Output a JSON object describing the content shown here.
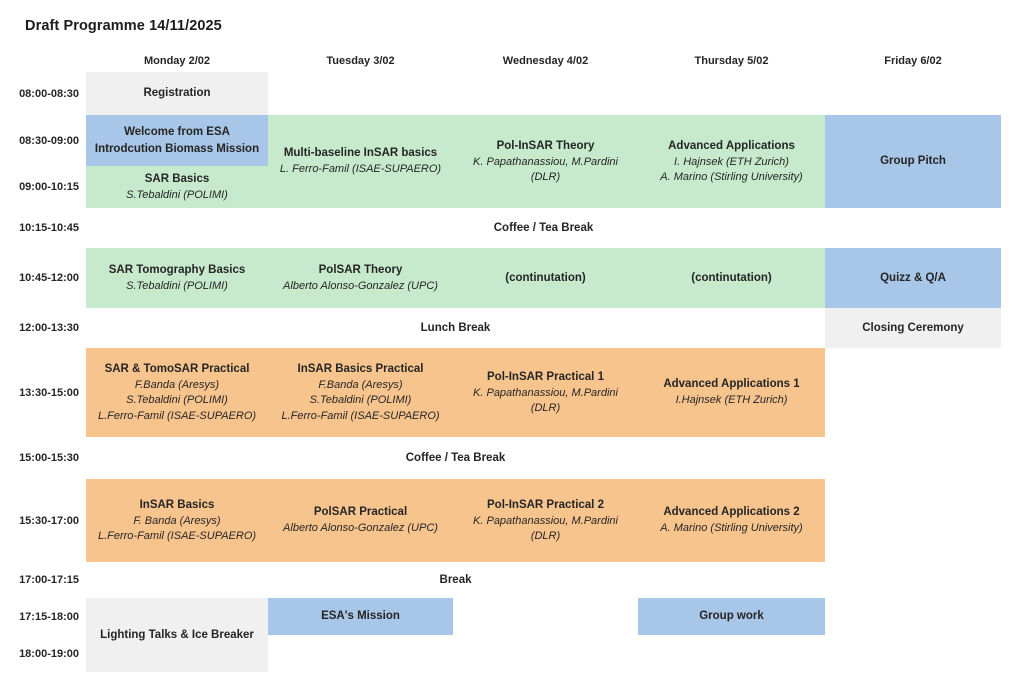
{
  "title": "Draft Programme 14/11/2025",
  "days": [
    "Monday 2/02",
    "Tuesday 3/02",
    "Wednesday 4/02",
    "Thursday 5/02",
    "Friday 6/02"
  ],
  "times": [
    "08:00-08:30",
    "08:30-09:00",
    "09:00-10:15",
    "10:15-10:45",
    "10:45-12:00",
    "12:00-13:30",
    "13:30-15:00",
    "15:00-15:30",
    "15:30-17:00",
    "17:00-17:15",
    "17:15-18:00",
    "18:00-19:00"
  ],
  "colors": {
    "lecture_green": "#c7eacd",
    "esa_blue": "#a8c6e7",
    "practical_orange": "#f8c48e",
    "neutral_grey": "#f0f0f0",
    "text_dark": "#252525"
  },
  "breaks": {
    "morning_coffee": "Coffee / Tea Break",
    "lunch": "Lunch Break",
    "afternoon_coffee": "Coffee / Tea Break",
    "evening": "Break"
  },
  "events": {
    "registration": {
      "title": "Registration"
    },
    "welcome": {
      "title": "Welcome from ESA",
      "subtitle": "Introdcution Biomass Mission"
    },
    "sar_basics": {
      "title": "SAR Basics",
      "speakers": [
        "S.Tebaldini (POLIMI)"
      ]
    },
    "multibaseline_insar": {
      "title": "Multi-baseline InSAR basics",
      "speakers": [
        "L. Ferro-Famil (ISAE-SUPAERO)"
      ]
    },
    "polinsar_theory": {
      "title": "Pol-InSAR Theory",
      "speakers": [
        "K. Papathanassiou, M.Pardini (DLR)"
      ]
    },
    "advanced_applications": {
      "title": "Advanced Applications",
      "speakers": [
        "I. Hajnsek (ETH Zurich)",
        "A. Marino (Stirling University)"
      ]
    },
    "group_pitch": {
      "title": "Group Pitch"
    },
    "sar_tomography": {
      "title": "SAR Tomography Basics",
      "speakers": [
        "S.Tebaldini (POLIMI)"
      ]
    },
    "polsar_theory": {
      "title": "PolSAR Theory",
      "speakers": [
        "Alberto Alonso-Gonzalez (UPC)"
      ]
    },
    "continuation_wed": {
      "title": "(continutation)"
    },
    "continuation_thu": {
      "title": "(continutation)"
    },
    "quizz": {
      "title": "Quizz & Q/A"
    },
    "closing_ceremony": {
      "title": "Closing Ceremony"
    },
    "sar_tomosar_practical": {
      "title": "SAR & TomoSAR Practical",
      "speakers": [
        "F.Banda (Aresys)",
        "S.Tebaldini (POLIMI)",
        "L.Ferro-Famil (ISAE-SUPAERO)"
      ]
    },
    "insar_basics_practical": {
      "title": "InSAR Basics Practical",
      "speakers": [
        "F.Banda (Aresys)",
        "S.Tebaldini (POLIMI)",
        "L.Ferro-Famil (ISAE-SUPAERO)"
      ]
    },
    "polinsar_practical_1": {
      "title": "Pol-InSAR Practical 1",
      "speakers": [
        "K. Papathanassiou, M.Pardini (DLR)"
      ]
    },
    "advanced_applications_1": {
      "title": "Advanced Applications 1",
      "speakers": [
        "I.Hajnsek (ETH Zurich)"
      ]
    },
    "insar_basics": {
      "title": "InSAR Basics",
      "speakers": [
        "F. Banda (Aresys)",
        "L.Ferro-Famil (ISAE-SUPAERO)"
      ]
    },
    "polsar_practical": {
      "title": "PolSAR Practical",
      "speakers": [
        "Alberto Alonso-Gonzalez (UPC)"
      ]
    },
    "polinsar_practical_2": {
      "title": "Pol-InSAR Practical 2",
      "speakers": [
        "K. Papathanassiou, M.Pardini (DLR)"
      ]
    },
    "advanced_applications_2": {
      "title": "Advanced Applications 2",
      "speakers": [
        "A. Marino (Stirling University)"
      ]
    },
    "lighting_talks": {
      "title": "Lighting Talks & Ice Breaker"
    },
    "esa_mission": {
      "title": "ESA's Mission"
    },
    "group_work": {
      "title": "Group work"
    }
  }
}
